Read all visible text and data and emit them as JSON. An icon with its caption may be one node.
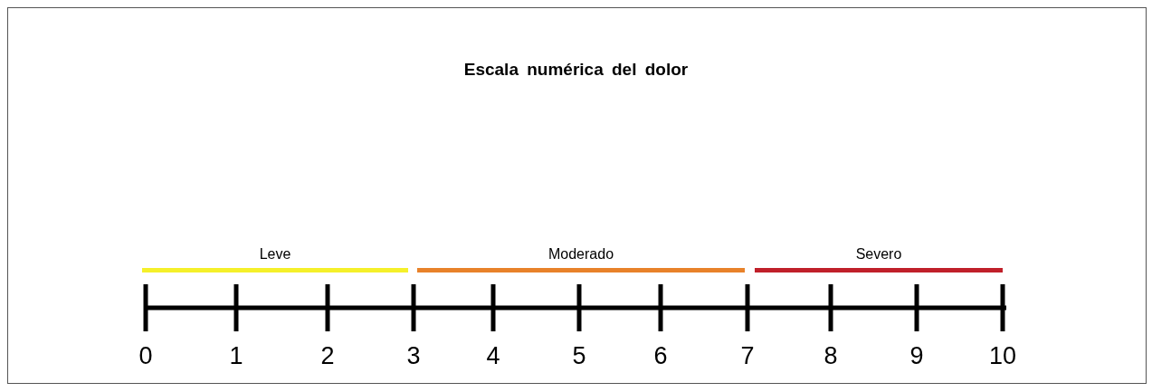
{
  "diagram": {
    "title": "Escala numérica del dolor",
    "labels": [
      "0",
      "1",
      "2",
      "3",
      "4",
      "5",
      "6",
      "7",
      "8",
      "9",
      "10"
    ],
    "legend": [
      {
        "text": "Leve",
        "color": "#f5f02a"
      },
      {
        "text": "Moderado",
        "color": "#e8822a"
      },
      {
        "text": "Severo",
        "color": "#c0202a"
      }
    ]
  }
}
